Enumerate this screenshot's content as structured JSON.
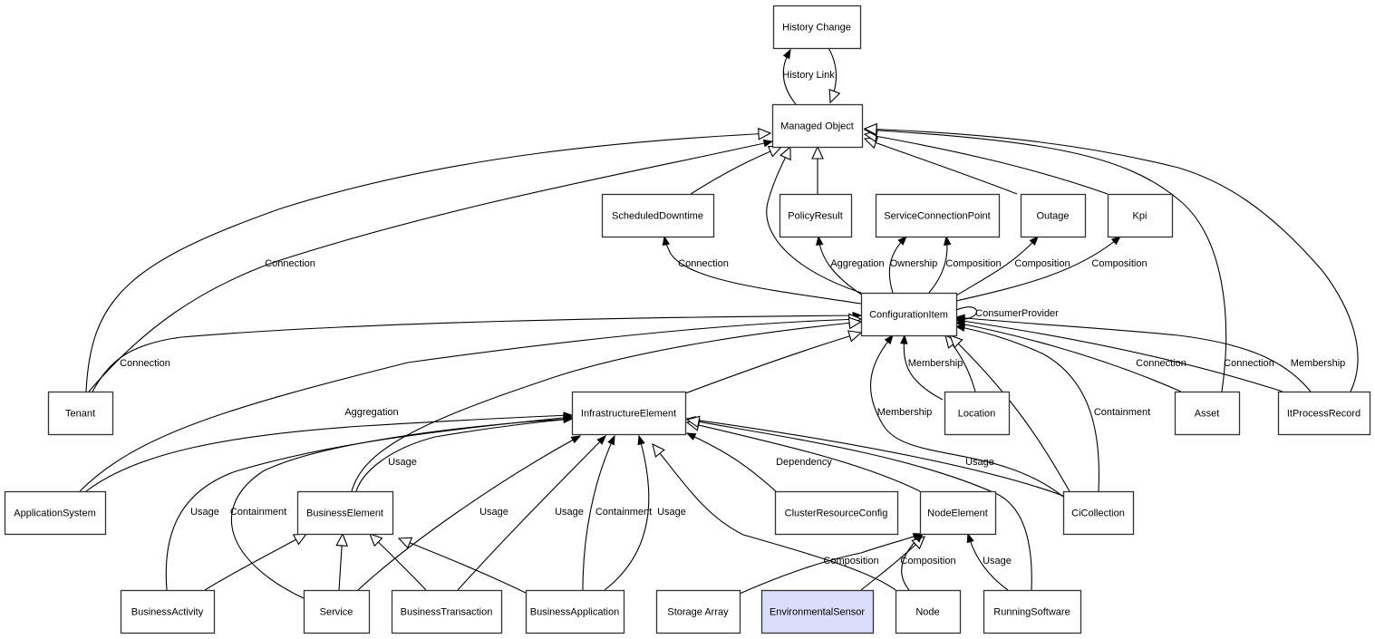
{
  "diagram": {
    "highlight_color": "#dcdcfb",
    "nodes": [
      {
        "id": "history_change",
        "label": "History Change"
      },
      {
        "id": "managed_object",
        "label": "Managed Object"
      },
      {
        "id": "scheduled_downtime",
        "label": "ScheduledDowntime"
      },
      {
        "id": "policy_result",
        "label": "PolicyResult"
      },
      {
        "id": "service_connection_point",
        "label": "ServiceConnectionPoint"
      },
      {
        "id": "outage",
        "label": "Outage"
      },
      {
        "id": "kpi",
        "label": "Kpi"
      },
      {
        "id": "configuration_item",
        "label": "ConfigurationItem"
      },
      {
        "id": "tenant",
        "label": "Tenant"
      },
      {
        "id": "infrastructure_element",
        "label": "InfrastructureElement"
      },
      {
        "id": "location",
        "label": "Location"
      },
      {
        "id": "asset",
        "label": "Asset"
      },
      {
        "id": "it_process_record",
        "label": "ItProcessRecord"
      },
      {
        "id": "application_system",
        "label": "ApplicationSystem"
      },
      {
        "id": "business_element",
        "label": "BusinessElement"
      },
      {
        "id": "cluster_resource_config",
        "label": "ClusterResourceConfig"
      },
      {
        "id": "node_element",
        "label": "NodeElement"
      },
      {
        "id": "ci_collection",
        "label": "CiCollection"
      },
      {
        "id": "business_activity",
        "label": "BusinessActivity"
      },
      {
        "id": "service",
        "label": "Service"
      },
      {
        "id": "business_transaction",
        "label": "BusinessTransaction"
      },
      {
        "id": "business_application",
        "label": "BusinessApplication"
      },
      {
        "id": "storage_array",
        "label": "Storage Array"
      },
      {
        "id": "environmental_sensor",
        "label": "EnvironmentalSensor",
        "highlighted": true
      },
      {
        "id": "node",
        "label": "Node"
      },
      {
        "id": "running_software",
        "label": "RunningSoftware"
      }
    ],
    "edges": [
      {
        "from": "managed_object",
        "to": "history_change",
        "label": "History Link",
        "kind": "association"
      },
      {
        "from": "history_change",
        "to": "managed_object",
        "label": "",
        "kind": "inheritance"
      },
      {
        "from": "tenant",
        "to": "managed_object",
        "label": "",
        "kind": "inheritance"
      },
      {
        "from": "tenant",
        "to": "managed_object",
        "label": "Connection",
        "kind": "association"
      },
      {
        "from": "scheduled_downtime",
        "to": "managed_object",
        "label": "",
        "kind": "inheritance"
      },
      {
        "from": "configuration_item",
        "to": "managed_object",
        "label": "",
        "kind": "inheritance"
      },
      {
        "from": "policy_result",
        "to": "managed_object",
        "label": "",
        "kind": "inheritance"
      },
      {
        "from": "outage",
        "to": "managed_object",
        "label": "",
        "kind": "inheritance"
      },
      {
        "from": "kpi",
        "to": "managed_object",
        "label": "",
        "kind": "inheritance"
      },
      {
        "from": "asset",
        "to": "managed_object",
        "label": "",
        "kind": "inheritance"
      },
      {
        "from": "it_process_record",
        "to": "managed_object",
        "label": "",
        "kind": "inheritance"
      },
      {
        "from": "configuration_item",
        "to": "scheduled_downtime",
        "label": "Connection",
        "kind": "association"
      },
      {
        "from": "configuration_item",
        "to": "policy_result",
        "label": "Aggregation",
        "kind": "association"
      },
      {
        "from": "configuration_item",
        "to": "service_connection_point",
        "label": "Ownership",
        "kind": "association"
      },
      {
        "from": "configuration_item",
        "to": "service_connection_point",
        "label": "Composition",
        "kind": "association"
      },
      {
        "from": "configuration_item",
        "to": "outage",
        "label": "Composition",
        "kind": "association"
      },
      {
        "from": "configuration_item",
        "to": "kpi",
        "label": "Composition",
        "kind": "association"
      },
      {
        "from": "configuration_item",
        "to": "configuration_item",
        "label": "ConsumerProvider",
        "kind": "association"
      },
      {
        "from": "tenant",
        "to": "configuration_item",
        "label": "Connection",
        "kind": "association"
      },
      {
        "from": "application_system",
        "to": "configuration_item",
        "label": "",
        "kind": "inheritance"
      },
      {
        "from": "business_element",
        "to": "configuration_item",
        "label": "",
        "kind": "inheritance"
      },
      {
        "from": "infrastructure_element",
        "to": "configuration_item",
        "label": "",
        "kind": "inheritance"
      },
      {
        "from": "location",
        "to": "configuration_item",
        "label": "Membership",
        "kind": "association"
      },
      {
        "from": "location",
        "to": "configuration_item",
        "label": "",
        "kind": "inheritance"
      },
      {
        "from": "ci_collection",
        "to": "configuration_item",
        "label": "Membership",
        "kind": "association"
      },
      {
        "from": "ci_collection",
        "to": "configuration_item",
        "label": "",
        "kind": "inheritance"
      },
      {
        "from": "ci_collection",
        "to": "configuration_item",
        "label": "Containment",
        "kind": "association"
      },
      {
        "from": "asset",
        "to": "configuration_item",
        "label": "Connection",
        "kind": "association"
      },
      {
        "from": "it_process_record",
        "to": "configuration_item",
        "label": "Connection",
        "kind": "association"
      },
      {
        "from": "it_process_record",
        "to": "configuration_item",
        "label": "Membership",
        "kind": "association"
      },
      {
        "from": "application_system",
        "to": "infrastructure_element",
        "label": "Aggregation",
        "kind": "association"
      },
      {
        "from": "business_element",
        "to": "infrastructure_element",
        "label": "Usage",
        "kind": "association"
      },
      {
        "from": "business_activity",
        "to": "infrastructure_element",
        "label": "Usage",
        "kind": "association"
      },
      {
        "from": "service",
        "to": "infrastructure_element",
        "label": "Containment",
        "kind": "association"
      },
      {
        "from": "service",
        "to": "infrastructure_element",
        "label": "Usage",
        "kind": "association"
      },
      {
        "from": "business_transaction",
        "to": "infrastructure_element",
        "label": "Usage",
        "kind": "association"
      },
      {
        "from": "business_application",
        "to": "infrastructure_element",
        "label": "Containment",
        "kind": "association"
      },
      {
        "from": "business_application",
        "to": "infrastructure_element",
        "label": "Usage",
        "kind": "association"
      },
      {
        "from": "node",
        "to": "infrastructure_element",
        "label": "",
        "kind": "inheritance"
      },
      {
        "from": "cluster_resource_config",
        "to": "infrastructure_element",
        "label": "Dependency",
        "kind": "association"
      },
      {
        "from": "node_element",
        "to": "infrastructure_element",
        "label": "",
        "kind": "inheritance"
      },
      {
        "from": "ci_collection",
        "to": "infrastructure_element",
        "label": "Usage",
        "kind": "association"
      },
      {
        "from": "running_software",
        "to": "infrastructure_element",
        "label": "",
        "kind": "inheritance"
      },
      {
        "from": "business_activity",
        "to": "business_element",
        "label": "",
        "kind": "inheritance"
      },
      {
        "from": "service",
        "to": "business_element",
        "label": "",
        "kind": "inheritance"
      },
      {
        "from": "business_transaction",
        "to": "business_element",
        "label": "",
        "kind": "inheritance"
      },
      {
        "from": "business_application",
        "to": "business_element",
        "label": "",
        "kind": "inheritance"
      },
      {
        "from": "storage_array",
        "to": "node_element",
        "label": "Composition",
        "kind": "association"
      },
      {
        "from": "environmental_sensor",
        "to": "node_element",
        "label": "",
        "kind": "inheritance"
      },
      {
        "from": "node",
        "to": "node_element",
        "label": "Composition",
        "kind": "association"
      },
      {
        "from": "running_software",
        "to": "node_element",
        "label": "Usage",
        "kind": "association"
      }
    ]
  }
}
